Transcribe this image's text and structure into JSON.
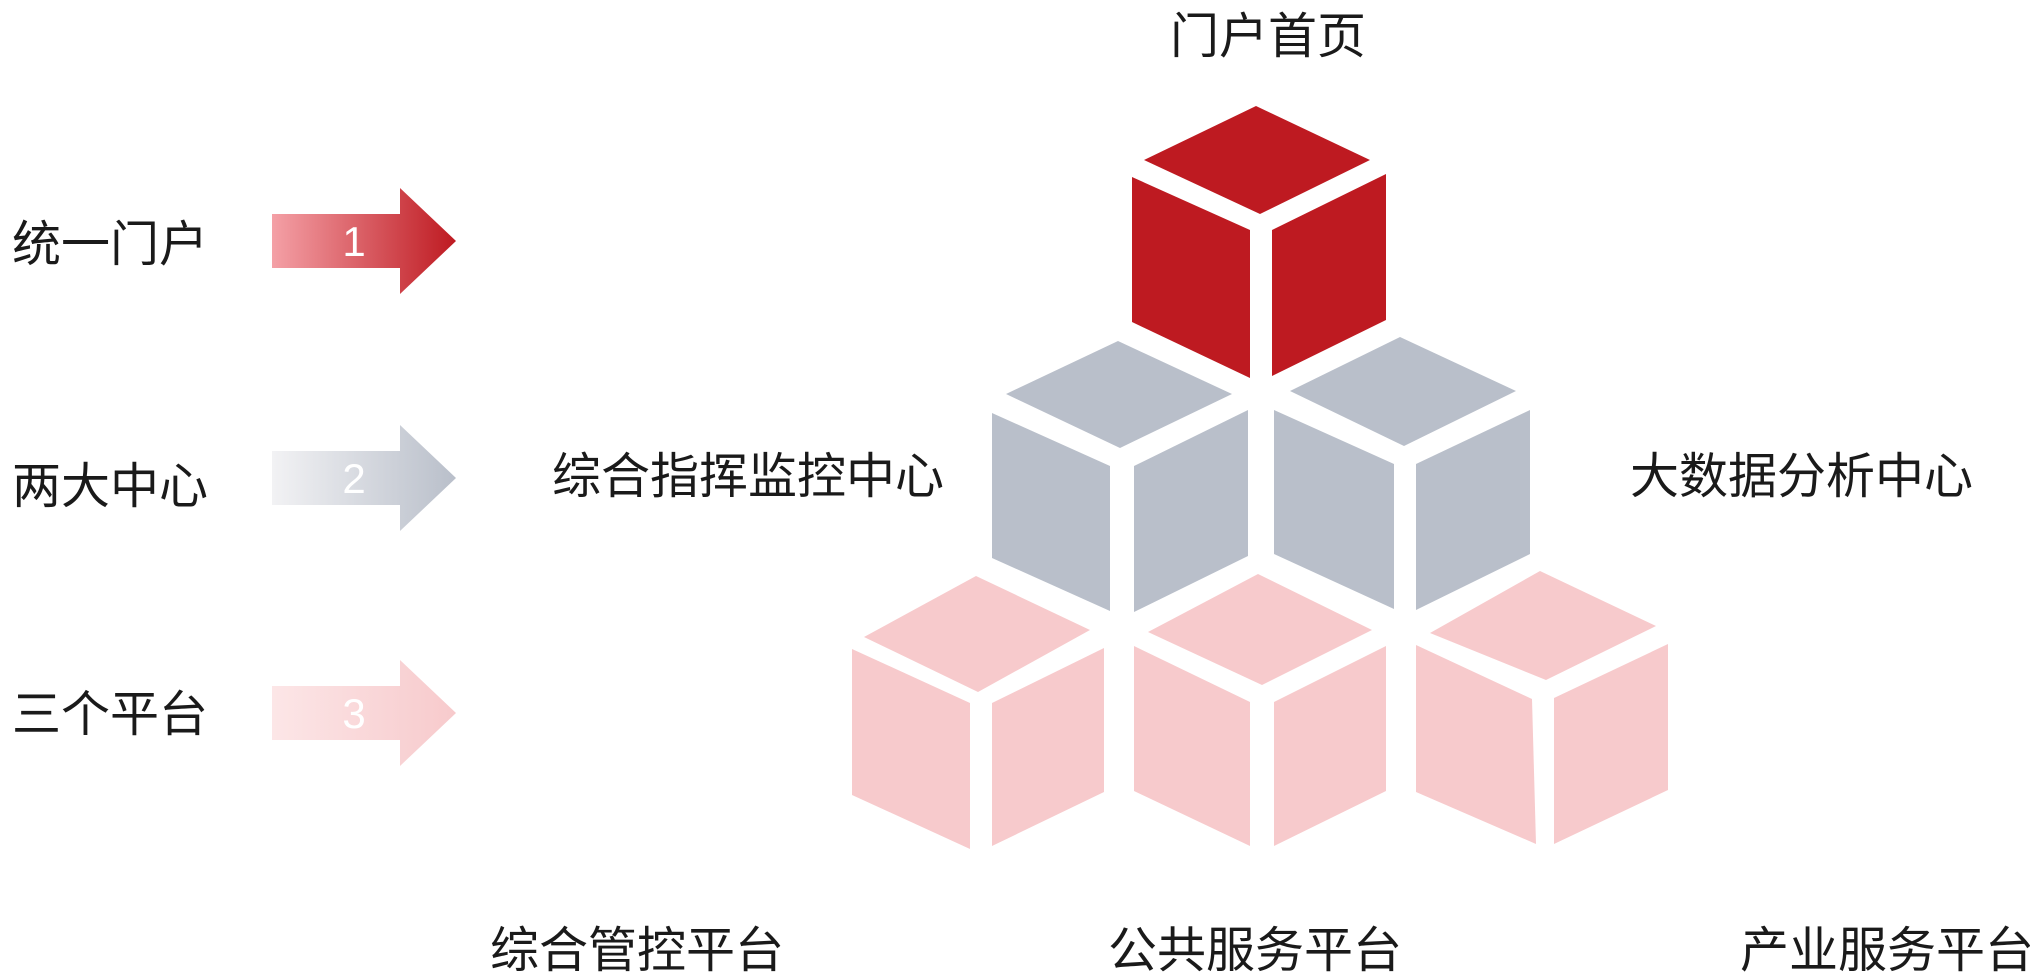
{
  "left_items": [
    {
      "label": "统一门户",
      "number": "1"
    },
    {
      "label": "两大中心",
      "number": "2"
    },
    {
      "label": "三个平台",
      "number": "3"
    }
  ],
  "pyramid": {
    "top": {
      "label": "门户首页"
    },
    "middle": [
      {
        "label": "综合指挥监控中心"
      },
      {
        "label": "大数据分析中心"
      }
    ],
    "bottom": [
      {
        "label": "综合管控平台"
      },
      {
        "label": "公共服务平台"
      },
      {
        "label": "产业服务平台"
      }
    ]
  },
  "colors": {
    "top_cube": "#be1a21",
    "middle_cubes": "#b9bfca",
    "bottom_cubes": "#f7cacc",
    "arrow1_start": "#f4a0a6",
    "arrow1_end": "#be1a21",
    "arrow2_start": "#f2f2f4",
    "arrow2_end": "#b9bfca",
    "arrow3_start": "#fce6e7",
    "arrow3_end": "#f7cacc",
    "text": "#1a1a1a",
    "arrow_number": "#ffffff"
  }
}
